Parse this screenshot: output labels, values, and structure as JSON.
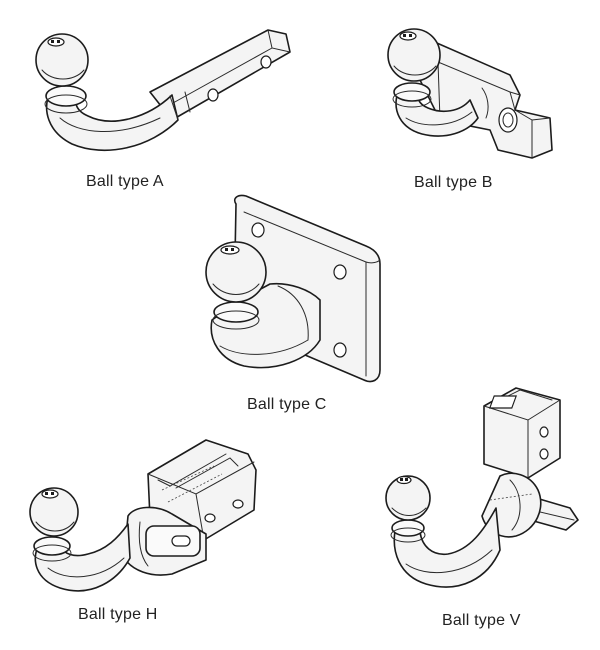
{
  "figures": [
    {
      "id": "a",
      "caption": "Ball type A",
      "icon": "tow-ball-icon"
    },
    {
      "id": "b",
      "caption": "Ball type B",
      "icon": "tow-ball-icon"
    },
    {
      "id": "c",
      "caption": "Ball type C",
      "icon": "tow-ball-icon"
    },
    {
      "id": "h",
      "caption": "Ball type H",
      "icon": "tow-ball-icon"
    },
    {
      "id": "v",
      "caption": "Ball type V",
      "icon": "tow-ball-icon"
    }
  ]
}
